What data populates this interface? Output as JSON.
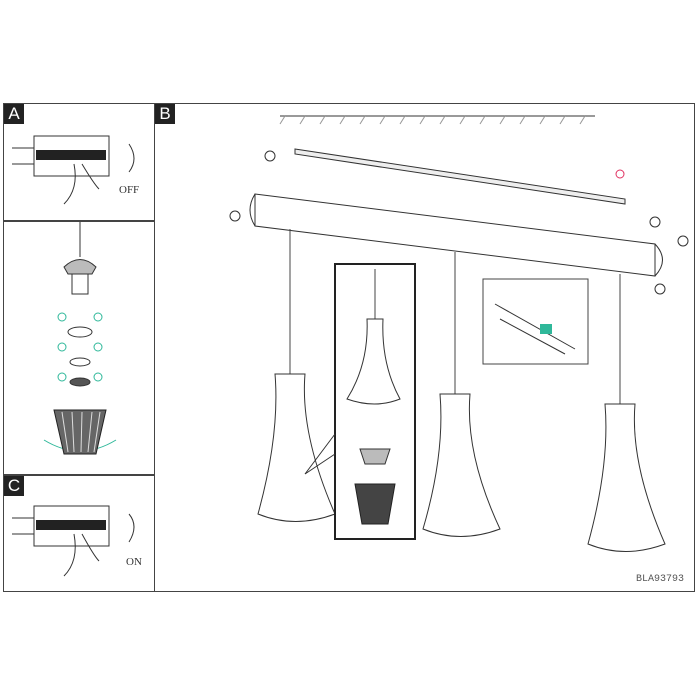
{
  "panels": {
    "a": {
      "label": "A",
      "switch_state": "OFF"
    },
    "b": {
      "label": "B",
      "part_code": "BLA93793"
    },
    "c": {
      "label": "C",
      "switch_state": "ON"
    }
  },
  "colors": {
    "accent": "#2fb89a",
    "line": "#333333"
  }
}
